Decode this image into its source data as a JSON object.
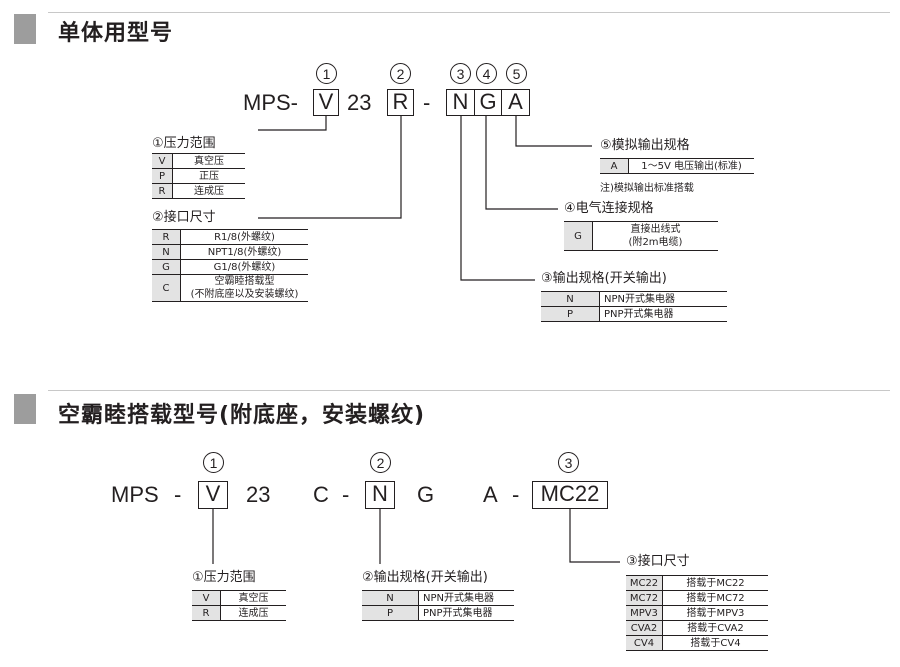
{
  "section1": {
    "title": "单体用型号",
    "prefix": "MPS-",
    "code_V": "V",
    "pressure_rating": "23",
    "code_R": "R",
    "dash": "-",
    "code_N": "N",
    "code_G": "G",
    "code_A": "A",
    "circles": [
      "①",
      "②",
      "③",
      "④",
      "⑤"
    ],
    "circle_digits": [
      "1",
      "2",
      "3",
      "4",
      "5"
    ],
    "pressure_range": {
      "label": "①压力范围",
      "rows": [
        {
          "code": "V",
          "desc": "真空压"
        },
        {
          "code": "P",
          "desc": "正压"
        },
        {
          "code": "R",
          "desc": "连成压"
        }
      ]
    },
    "port_size": {
      "label": "②接口尺寸",
      "rows": [
        {
          "code": "R",
          "desc": "R1/8(外螺纹)"
        },
        {
          "code": "N",
          "desc": "NPT1/8(外螺纹)"
        },
        {
          "code": "G",
          "desc": "G1/8(外螺纹)"
        },
        {
          "code": "C",
          "desc": "空霸睦搭载型",
          "desc2": "(不附底座以及安装螺纹)"
        }
      ]
    },
    "output_spec": {
      "label": "③输出规格(开关输出)",
      "rows": [
        {
          "code": "N",
          "desc": "NPN开式集电器"
        },
        {
          "code": "P",
          "desc": "PNP开式集电器"
        }
      ]
    },
    "electrical": {
      "label": "④电气连接规格",
      "rows": [
        {
          "code": "G",
          "desc": "直接出线式",
          "desc2": "(附2m电缆)"
        }
      ]
    },
    "analog": {
      "label": "⑤模拟输出规格",
      "rows": [
        {
          "code": "A",
          "desc": "1～5V 电压输出(标准)"
        }
      ],
      "note": "注)模拟输出标准搭载"
    }
  },
  "section2": {
    "title": "空霸睦搭载型号(附底座，安装螺纹)",
    "prefix": "MPS",
    "dash": "-",
    "code_V": "V",
    "pressure_rating": "23",
    "code_C": "C",
    "code_N": "N",
    "code_G": "G",
    "code_A": "A",
    "code_MC22": "MC22",
    "circles": [
      "1",
      "2",
      "3"
    ],
    "pressure_range": {
      "label": "①压力范围",
      "rows": [
        {
          "code": "V",
          "desc": "真空压"
        },
        {
          "code": "R",
          "desc": "连成压"
        }
      ]
    },
    "output_spec": {
      "label": "②输出规格(开关输出)",
      "rows": [
        {
          "code": "N",
          "desc": "NPN开式集电器"
        },
        {
          "code": "P",
          "desc": "PNP开式集电器"
        }
      ]
    },
    "port_size": {
      "label": "③接口尺寸",
      "rows": [
        {
          "code": "MC22",
          "desc": "搭载于MC22"
        },
        {
          "code": "MC72",
          "desc": "搭载于MC72"
        },
        {
          "code": "MPV3",
          "desc": "搭载于MPV3"
        },
        {
          "code": "CVA2",
          "desc": "搭载于CVA2"
        },
        {
          "code": "CV4",
          "desc": "搭载于CV4"
        }
      ]
    }
  }
}
